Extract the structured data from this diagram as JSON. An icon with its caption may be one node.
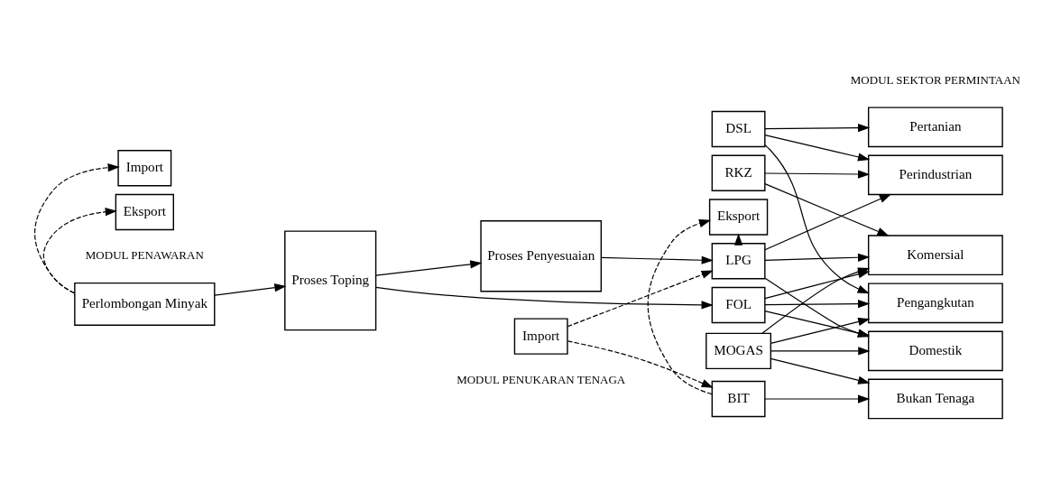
{
  "diagram": {
    "nodes": [
      {
        "text": [
          "Import"
        ]
      },
      {
        "text": [
          "Perlombongan Minyak"
        ]
      },
      {
        "text": [
          "Eksport"
        ]
      },
      {
        "text": [
          "Proses Toping"
        ]
      },
      {
        "text": [
          "Proses Penyesuaian"
        ]
      },
      {
        "text": [
          "MOGAS"
        ]
      },
      {
        "text": [
          "LPG"
        ]
      },
      {
        "text": [
          "DSL"
        ]
      },
      {
        "text": [
          "FOL"
        ]
      },
      {
        "text": [
          "RKZ"
        ]
      },
      {
        "text": [
          "BIT"
        ]
      },
      {
        "text": [
          "Eksport"
        ]
      },
      {
        "text": [
          "Import"
        ]
      },
      {
        "text": [
          "Domestik"
        ]
      },
      {
        "text": [
          "Perindustrian"
        ]
      },
      {
        "text": [
          "Komersial"
        ]
      },
      {
        "text": [
          "Pengangkutan"
        ]
      },
      {
        "text": [
          "Bukan Tenaga"
        ]
      },
      {
        "text": [
          "Pertanian"
        ]
      }
    ],
    "edges": [
      {
        "from": 1,
        "to": 0,
        "arrow": "to",
        "style": "dashed"
      },
      {
        "from": 1,
        "to": 2,
        "arrow": "to",
        "style": "dashed"
      },
      {
        "from": 1,
        "to": 3,
        "arrow": "to"
      },
      {
        "from": 3,
        "to": 4,
        "arrow": "to"
      },
      {
        "from": 3,
        "to": 8,
        "arrow": "to"
      },
      {
        "from": 4,
        "to": 6,
        "arrow": "to"
      },
      {
        "from": 5,
        "to": 13,
        "arrow": "to"
      },
      {
        "from": 5,
        "to": 15,
        "arrow": "to"
      },
      {
        "from": 5,
        "to": 16,
        "arrow": "to"
      },
      {
        "from": 5,
        "to": 17,
        "arrow": "to"
      },
      {
        "from": 6,
        "to": 13,
        "arrow": "to"
      },
      {
        "from": 6,
        "to": 14,
        "arrow": "to"
      },
      {
        "from": 6,
        "to": 15,
        "arrow": "to"
      },
      {
        "from": 7,
        "to": 14,
        "arrow": "to"
      },
      {
        "from": 7,
        "to": 16,
        "arrow": "to"
      },
      {
        "from": 7,
        "to": 18,
        "arrow": "to"
      },
      {
        "from": 8,
        "to": 13,
        "arrow": "to"
      },
      {
        "from": 8,
        "to": 15,
        "arrow": "to"
      },
      {
        "from": 8,
        "to": 16,
        "arrow": "to"
      },
      {
        "from": 9,
        "to": 14,
        "arrow": "to"
      },
      {
        "from": 9,
        "to": 15,
        "arrow": "to"
      },
      {
        "from": 10,
        "to": 17,
        "arrow": "to"
      },
      {
        "from": 10,
        "to": 11,
        "arrow": "to",
        "style": "dashed"
      },
      {
        "from": 12,
        "to": 10,
        "arrow": "to",
        "style": "dashed"
      },
      {
        "from": 6,
        "to": 11,
        "arrow": "to",
        "style": "dashed"
      },
      {
        "from": 12,
        "to": 6,
        "arrow": "to",
        "style": "dashed"
      }
    ],
    "labels": [
      "MODUL PENAWARAN",
      "MODUL PENUKARAN TENAGA",
      "MODUL SEKTOR PERMINTAAN"
    ]
  }
}
